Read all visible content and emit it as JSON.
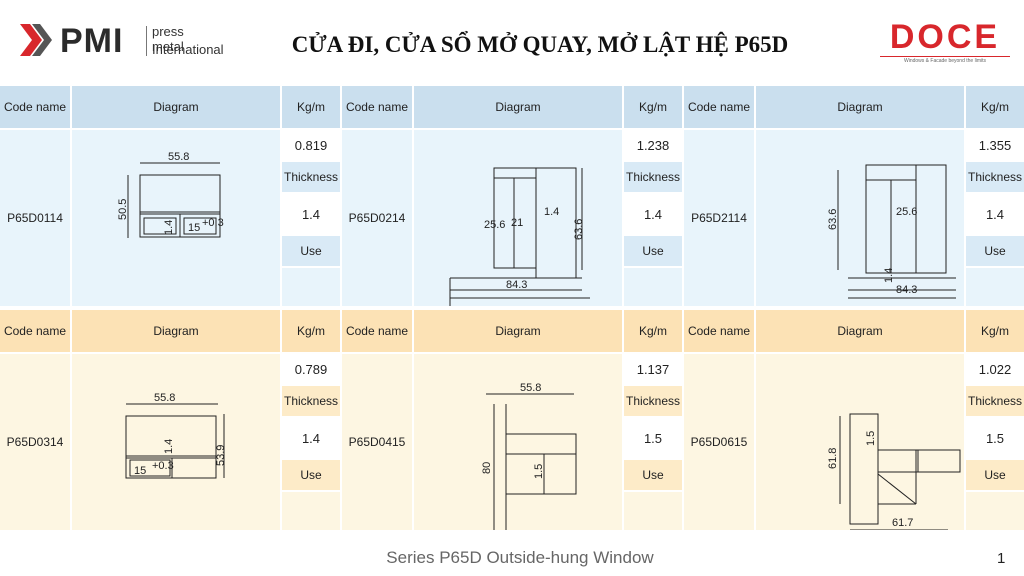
{
  "header": {
    "pmi_brand": "PMI",
    "pmi_line1": "press metal",
    "pmi_line2": "International",
    "title": "CỬA ĐI, CỬA SỔ MỞ QUAY, MỞ LẬT HỆ P65D",
    "doce_brand": "DOCE",
    "doce_tagline": "Windows & Facade beyond the limits"
  },
  "labels": {
    "code_name": "Code name",
    "diagram": "Diagram",
    "kgm": "Kg/m",
    "thickness": "Thickness",
    "use": "Use"
  },
  "profiles": [
    {
      "code": "P65D0114",
      "kgm": "0.819",
      "thickness": "1.4",
      "dims": [
        "55.8",
        "50.5",
        "1.4",
        "15",
        "+0.3",
        "0"
      ]
    },
    {
      "code": "P65D0214",
      "kgm": "1.238",
      "thickness": "1.4",
      "dims": [
        "25.6",
        "21",
        "1.4",
        "63.6",
        "84.3"
      ]
    },
    {
      "code": "P65D2114",
      "kgm": "1.355",
      "thickness": "1.4",
      "dims": [
        "63.6",
        "25.6",
        "1.4",
        "84.3"
      ]
    },
    {
      "code": "P65D0314",
      "kgm": "0.789",
      "thickness": "1.4",
      "dims": [
        "55.8",
        "1.4",
        "53.9",
        "15",
        "+0.3",
        "0"
      ]
    },
    {
      "code": "P65D0415",
      "kgm": "1.137",
      "thickness": "1.5",
      "dims": [
        "55.8",
        "80",
        "1.5"
      ]
    },
    {
      "code": "P65D0615",
      "kgm": "1.022",
      "thickness": "1.5",
      "dims": [
        "61.8",
        "1.5",
        "61.7"
      ]
    }
  ],
  "footer": {
    "series": "Series P65D Outside-hung Window",
    "page": "1"
  },
  "colors": {
    "header_blue": "#cadfee",
    "header_orange": "#fce2b5",
    "brand_red": "#d8272c"
  }
}
